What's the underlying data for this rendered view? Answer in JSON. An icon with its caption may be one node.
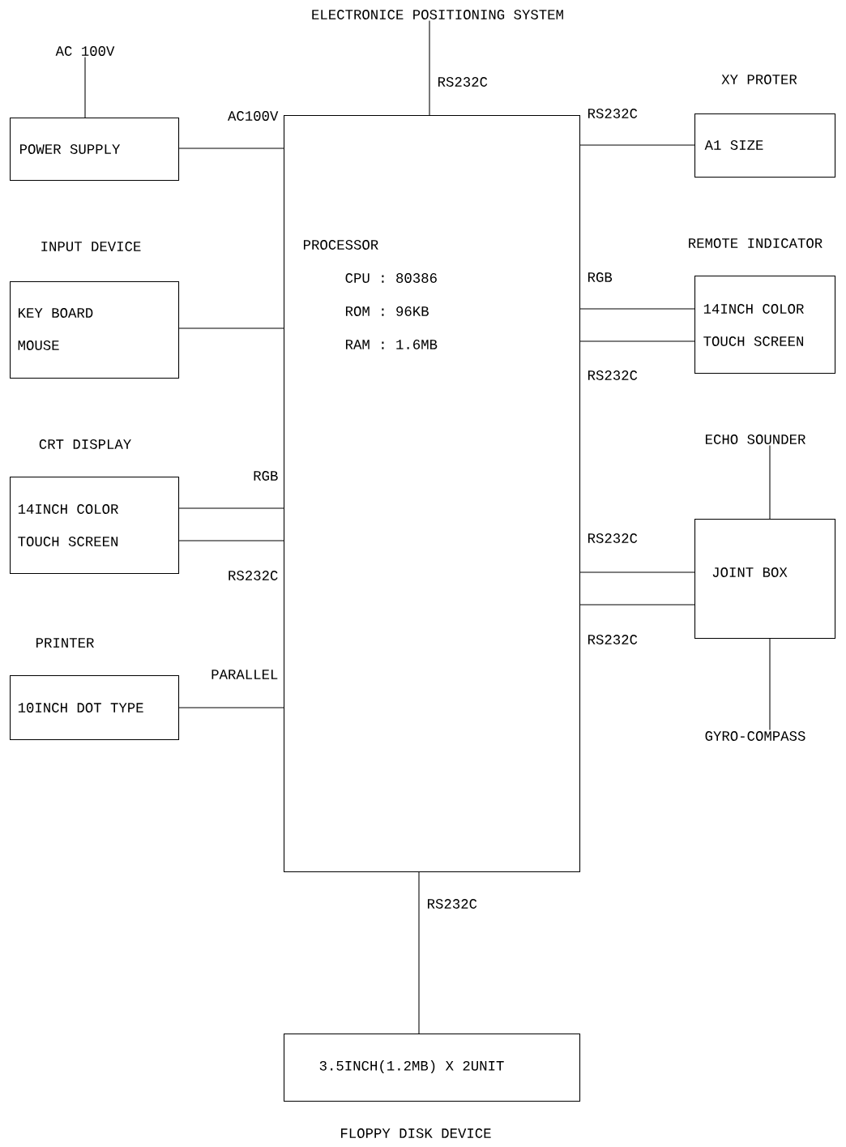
{
  "diagram": {
    "nodes": [
      {
        "text": [
          "ELECTRONICE POSITIONING SYSTEM"
        ]
      },
      {
        "text": [
          "AC 100V"
        ]
      },
      {
        "text": [
          "POWER SUPPLY"
        ]
      },
      {
        "text": [
          "PROCESSOR",
          "CPU : 80386",
          "ROM : 96KB",
          "RAM : 1.6MB"
        ]
      },
      {
        "text": [
          "XY PROTER",
          "A1 SIZE"
        ]
      },
      {
        "text": [
          "INPUT DEVICE",
          "KEY BOARD",
          "MOUSE"
        ]
      },
      {
        "text": [
          "REMOTE INDICATOR",
          "14INCH COLOR",
          "TOUCH SCREEN"
        ]
      },
      {
        "text": [
          "CRT DISPLAY",
          "14INCH COLOR",
          "TOUCH SCREEN"
        ]
      },
      {
        "text": [
          "ECHO SOUNDER"
        ]
      },
      {
        "text": [
          "JOINT BOX"
        ]
      },
      {
        "text": [
          "PRINTER",
          "10INCH DOT TYPE"
        ]
      },
      {
        "text": [
          "GYRO-COMPASS"
        ]
      },
      {
        "text": [
          "3.5INCH(1.2MB) X 2UNIT",
          "FLOPPY DISK DEVICE"
        ]
      }
    ],
    "edges": [
      {
        "from": 0,
        "to": 3,
        "arrow": "none",
        "label": "RS232C"
      },
      {
        "from": 1,
        "to": 2,
        "arrow": "none"
      },
      {
        "from": 2,
        "to": 3,
        "arrow": "none",
        "label": "AC100V"
      },
      {
        "from": 3,
        "to": 4,
        "arrow": "none",
        "label": "RS232C"
      },
      {
        "from": 5,
        "to": 3,
        "arrow": "none"
      },
      {
        "from": 3,
        "to": 6,
        "arrow": "none",
        "label": "RGB"
      },
      {
        "from": 3,
        "to": 6,
        "arrow": "none",
        "label": "RS232C"
      },
      {
        "from": 7,
        "to": 3,
        "arrow": "none",
        "label": "RGB"
      },
      {
        "from": 7,
        "to": 3,
        "arrow": "none",
        "label": "RS232C"
      },
      {
        "from": 3,
        "to": 9,
        "arrow": "none",
        "label": "RS232C"
      },
      {
        "from": 3,
        "to": 9,
        "arrow": "none",
        "label": "RS232C"
      },
      {
        "from": 8,
        "to": 9,
        "arrow": "none"
      },
      {
        "from": 11,
        "to": 9,
        "arrow": "none"
      },
      {
        "from": 10,
        "to": 3,
        "arrow": "none",
        "label": "PARALLEL"
      },
      {
        "from": 3,
        "to": 12,
        "arrow": "none",
        "label": "RS232C"
      }
    ]
  }
}
